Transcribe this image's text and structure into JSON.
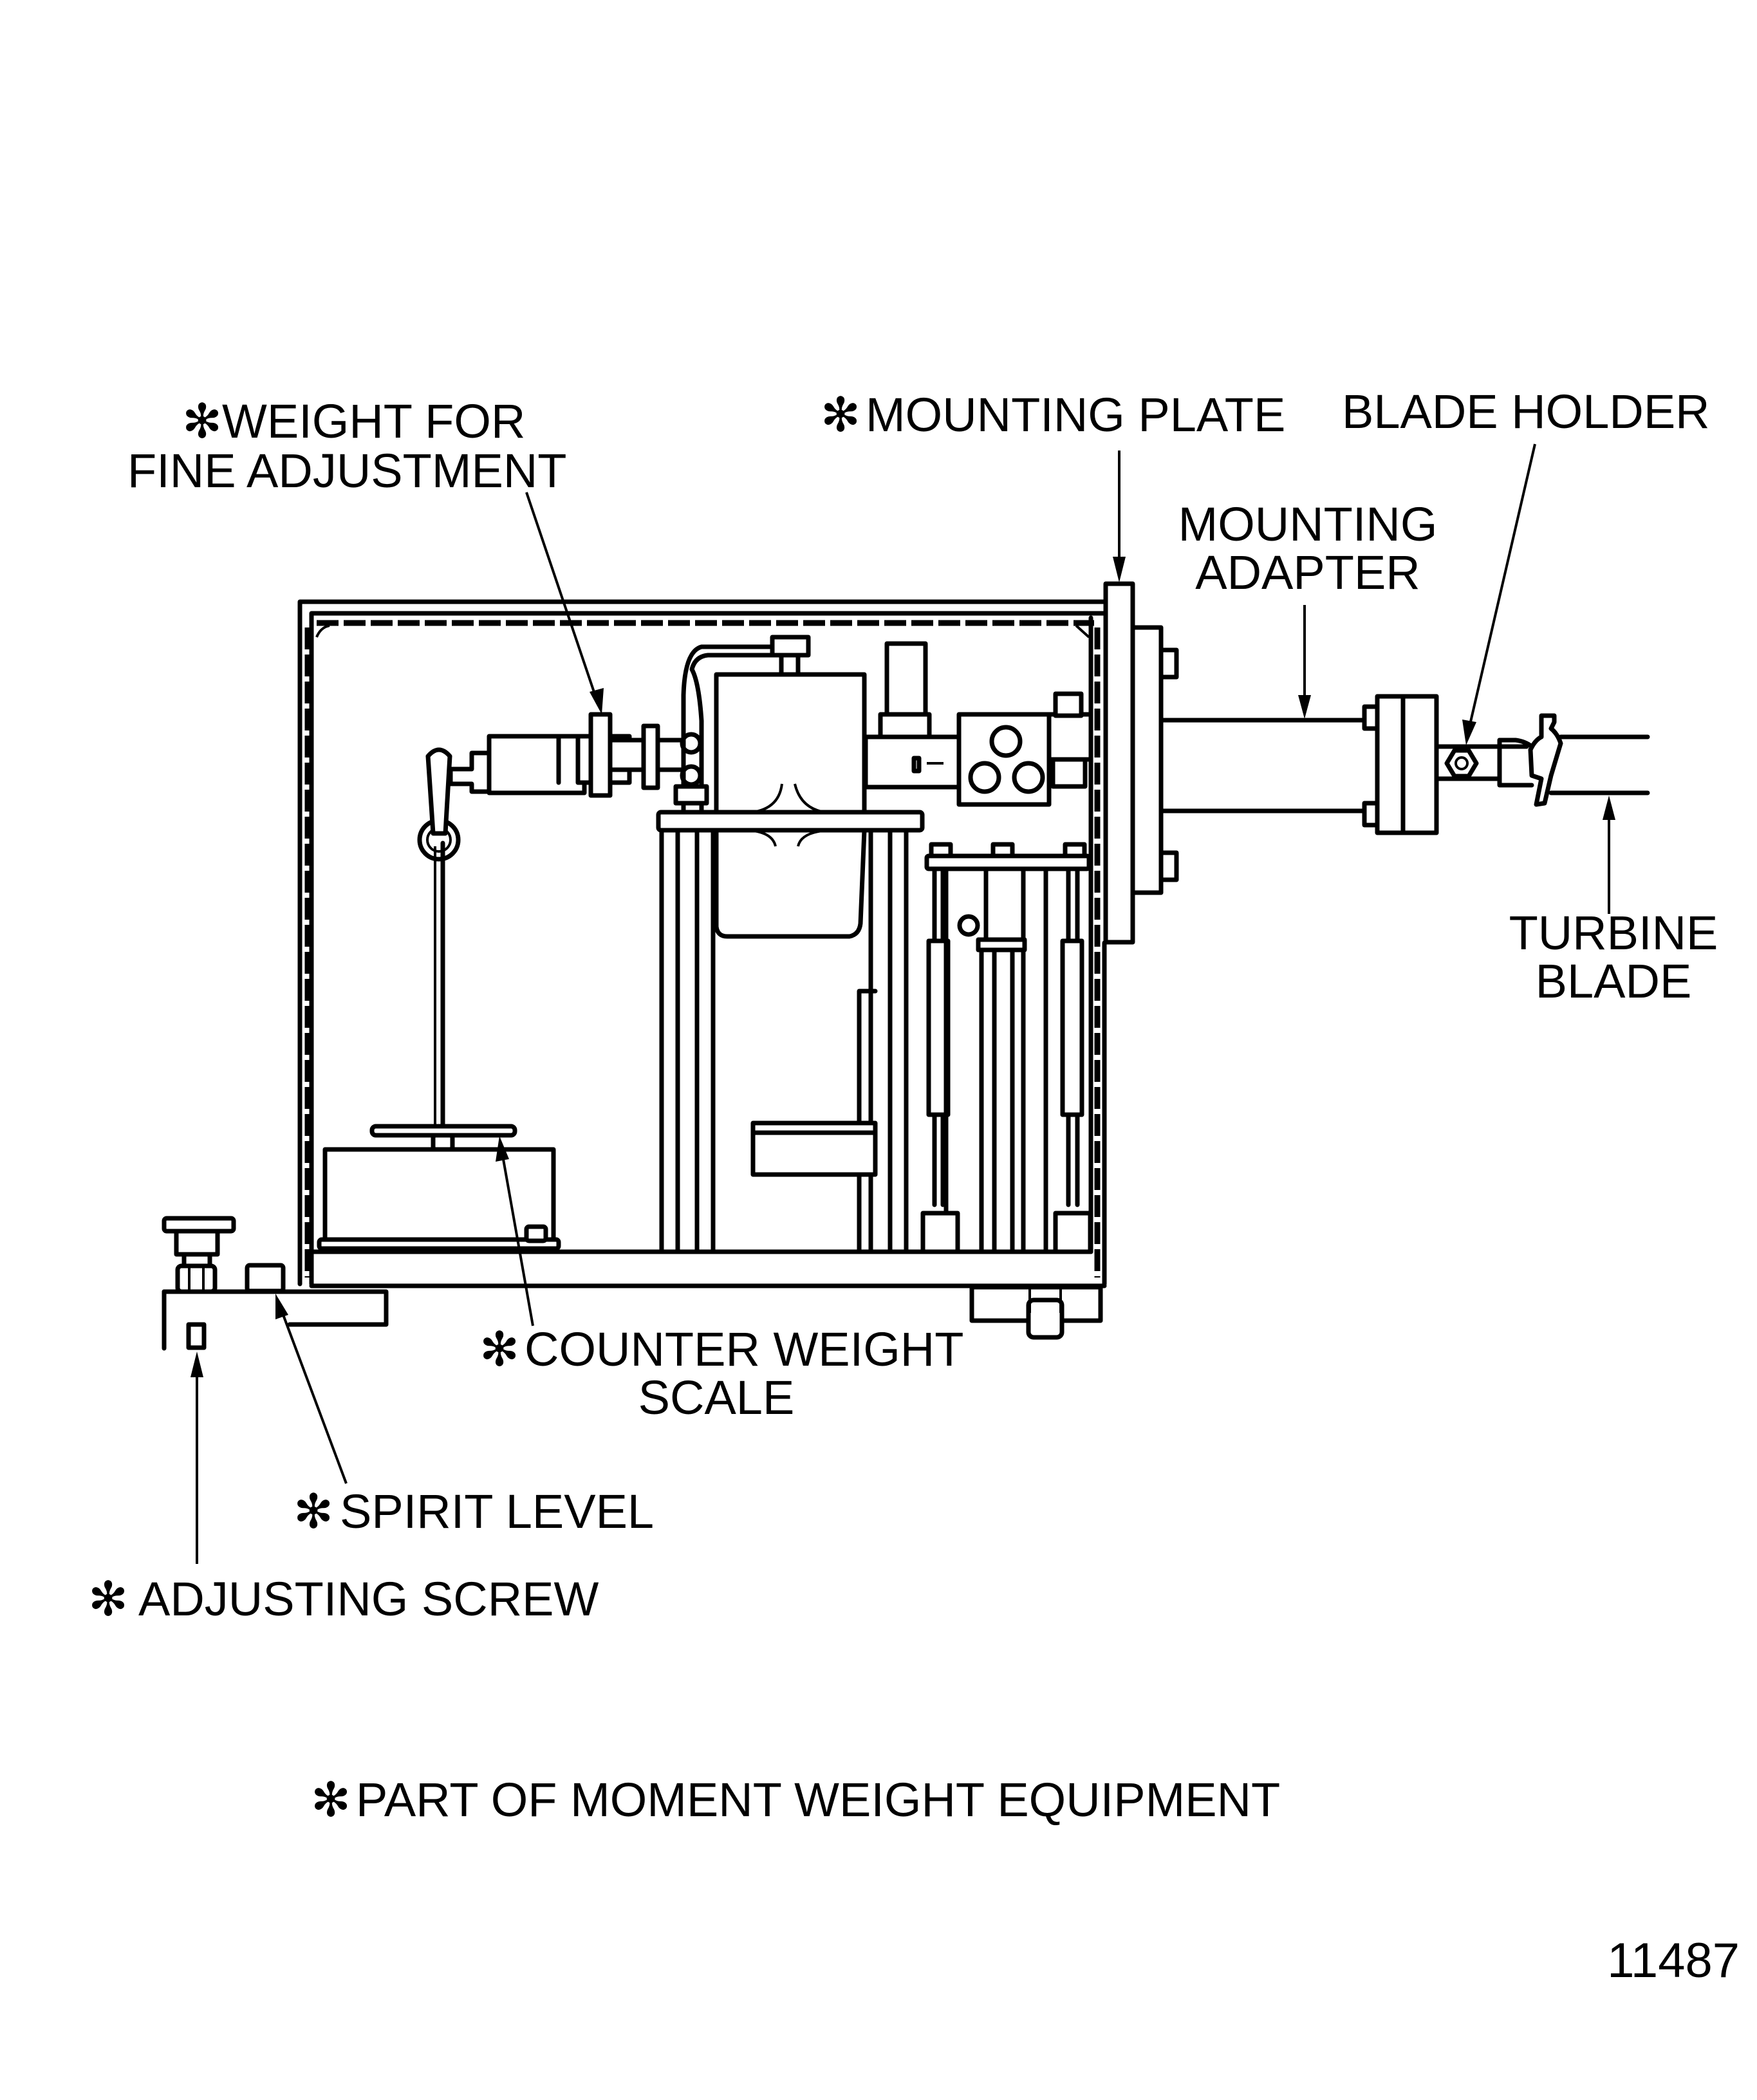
{
  "figure": {
    "title": "Moment weight equipment with turbine blade mounted",
    "figure_number": "11487",
    "footnote": {
      "marker": "✻",
      "text": "PART OF MOMENT WEIGHT EQUIPMENT"
    },
    "labels": {
      "weight_fine_adjustment": {
        "marker": "✻",
        "line1": "WEIGHT FOR",
        "line2": "FINE ADJUSTMENT"
      },
      "mounting_plate": {
        "marker": "✻",
        "text": "MOUNTING PLATE"
      },
      "blade_holder": {
        "text": "BLADE HOLDER"
      },
      "mounting_adapter": {
        "line1": "MOUNTING",
        "line2": "ADAPTER"
      },
      "turbine_blade": {
        "line1": "TURBINE",
        "line2": "BLADE"
      },
      "counter_weight_scale": {
        "marker": "✻",
        "line1": "COUNTER WEIGHT",
        "line2": "SCALE"
      },
      "spirit_level": {
        "marker": "✻",
        "text": "SPIRIT LEVEL"
      },
      "adjusting_screw": {
        "marker": "✻",
        "text": "ADJUSTING SCREW"
      }
    },
    "colors": {
      "ink": "#000000",
      "paper": "#ffffff"
    }
  }
}
